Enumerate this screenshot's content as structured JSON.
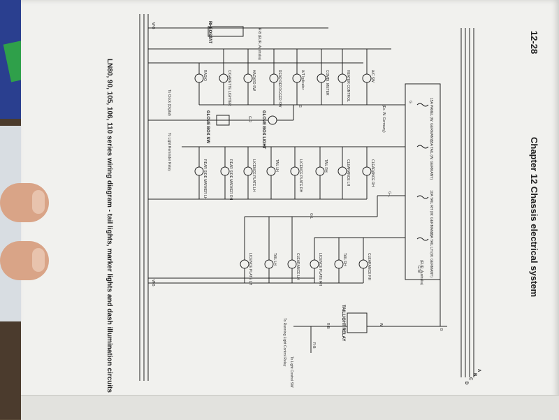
{
  "header": {
    "page_number": "12-28",
    "chapter_title": "Chapter 12  Chassis electrical system"
  },
  "caption": "LN80, 90, 105, 106, 110 series wiring diagram - tail lights, marker lights and dash illumination circuits",
  "components": {
    "rheostat": "RHEOSTAT",
    "rheostat_note": "R-B (EUR, Australia)",
    "glove_box_switch": "GLOVE BOX SW",
    "glove_box_light": "GLOVE BOX LIGHT",
    "taillight_relay": "TAILLIGHT RELAY",
    "to_clock": "To Clock (Digital)",
    "to_light_reminder": "To Light Reminder Relay",
    "to_running_light": "To Running Light Control Relay",
    "to_light_control": "To Light Control SW",
    "eur_w_germany": "(Ex. W. Germany)",
    "eur_australia": "(EUR, Australia)"
  },
  "illumination_lamps": [
    "A/C SW",
    "HEATER CONTROL",
    "COMBI. METER",
    "A/T Indicator",
    "REAR DEFOGGER SW",
    "HAZARD SW",
    "CIGARETTE LIGHTER",
    "RADIO"
  ],
  "marker_lamps_upper": [
    "CLEARANCE RH",
    "CLEARANCE LH",
    "TAIL RH",
    "LICENCE PLATE RH",
    "TAIL LH",
    "LICENCE PLATE LH",
    "REAR SIDE MARKER RH",
    "REAR SIDE MARKER LH"
  ],
  "marker_lamps_lower": [
    "CLEARANCE RH",
    "TAIL RH",
    "LICENCE PLATE RH",
    "CLEARANCE LH",
    "TAIL LH",
    "LICENCE PLATE LH"
  ],
  "fuses": [
    "15A PANEL (W. GERMANY)",
    "15A TAIL (W. GERMANY)",
    "10A TAIL RH (W. GERMANY)",
    "10A TAIL LH (W. GERMANY)"
  ],
  "wire_codes": {
    "wb": "W-B",
    "gr": "G-R",
    "g": "G",
    "gl": "G-L",
    "rb": "R-B",
    "gw": "G-W",
    "w": "W",
    "b": "B"
  },
  "edge_letters": [
    "A",
    "B",
    "C",
    "D"
  ]
}
